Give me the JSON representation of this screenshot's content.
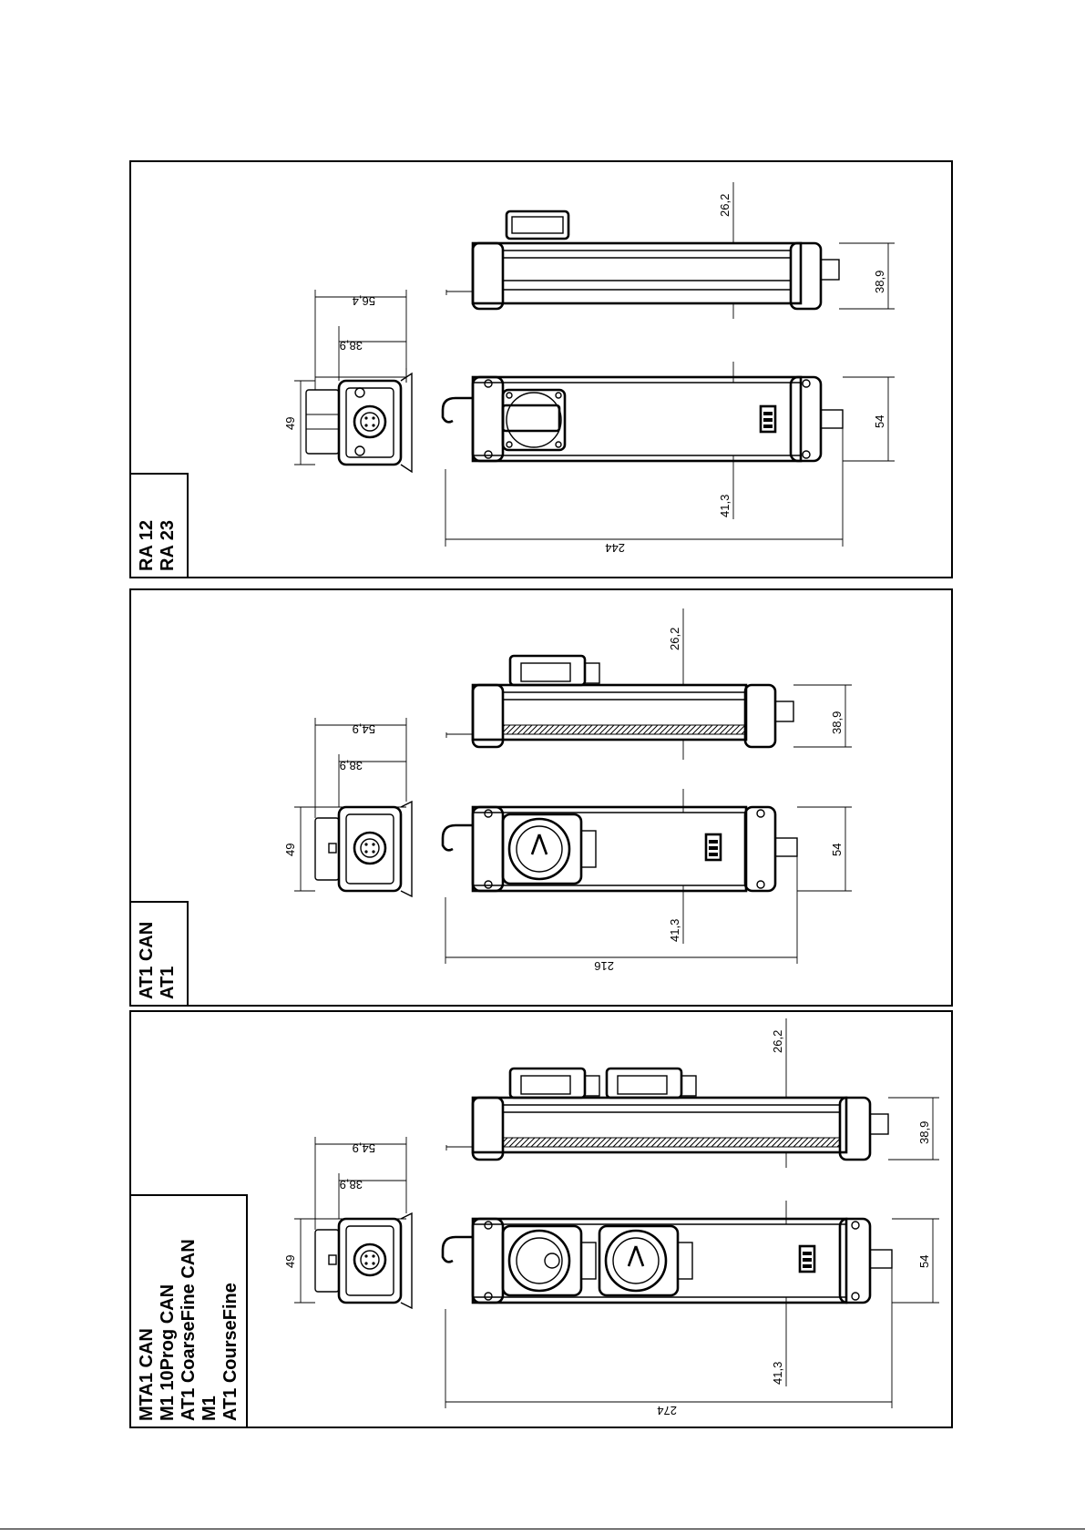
{
  "panels": [
    {
      "models": [
        "RA 12",
        "RA 23"
      ],
      "dimensions": {
        "top_height": "26,2",
        "side_height": "38,9",
        "mid_height": "41,3",
        "front_height": "54",
        "length": "244",
        "end_width": "49",
        "end_depth_a": "38,9",
        "end_depth_b": "56,4"
      }
    },
    {
      "models": [
        "AT1 CAN",
        "AT1"
      ],
      "dimensions": {
        "top_height": "26,2",
        "side_height": "38,9",
        "mid_height": "41,3",
        "front_height": "54",
        "length": "216",
        "end_width": "49",
        "end_depth_a": "38,9",
        "end_depth_b": "54,9"
      }
    },
    {
      "models": [
        "MTA1 CAN",
        "M1 10Prog CAN",
        "AT1 CoarseFine CAN",
        "M1",
        "AT1 CourseFine"
      ],
      "dimensions": {
        "top_height": "26,2",
        "side_height": "38,9",
        "mid_height": "41,3",
        "front_height": "54",
        "length": "274",
        "end_width": "49",
        "end_depth_a": "38,9",
        "end_depth_b": "54,9"
      }
    }
  ]
}
